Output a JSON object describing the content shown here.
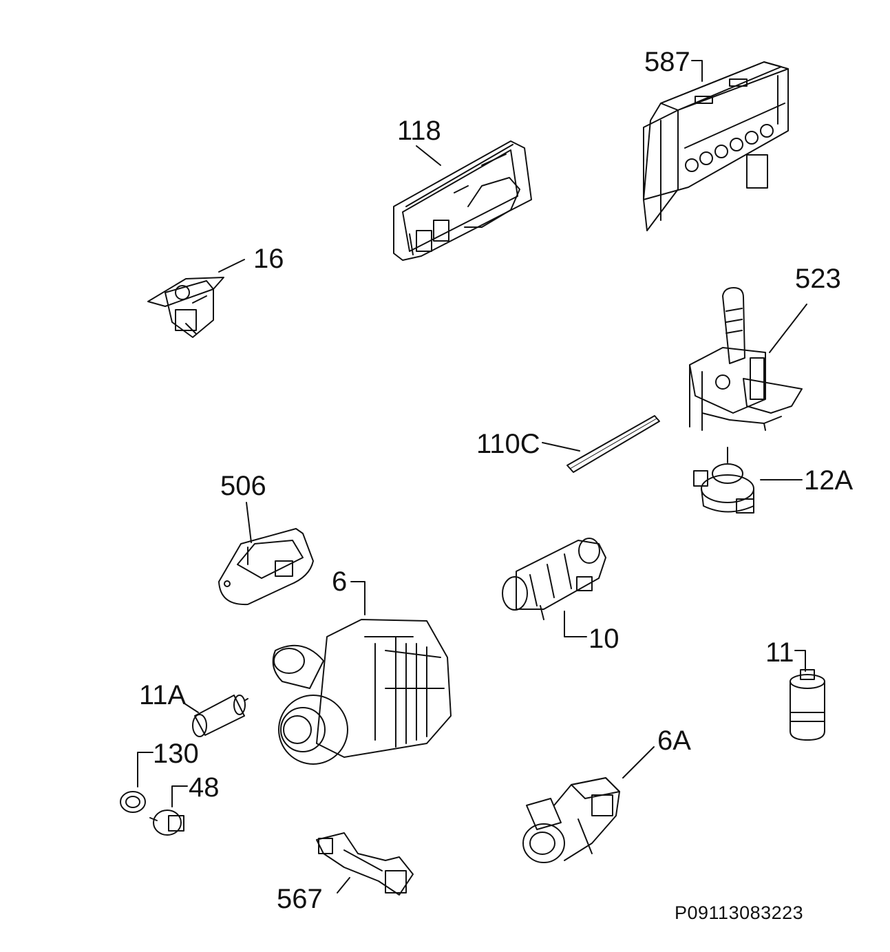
{
  "diagram": {
    "code": "P09113083223",
    "parts": [
      {
        "ref": "587"
      },
      {
        "ref": "118"
      },
      {
        "ref": "16"
      },
      {
        "ref": "523"
      },
      {
        "ref": "110C"
      },
      {
        "ref": "12A"
      },
      {
        "ref": "506"
      },
      {
        "ref": "6"
      },
      {
        "ref": "10"
      },
      {
        "ref": "11"
      },
      {
        "ref": "11A"
      },
      {
        "ref": "130"
      },
      {
        "ref": "48"
      },
      {
        "ref": "6A"
      },
      {
        "ref": "567"
      }
    ]
  }
}
